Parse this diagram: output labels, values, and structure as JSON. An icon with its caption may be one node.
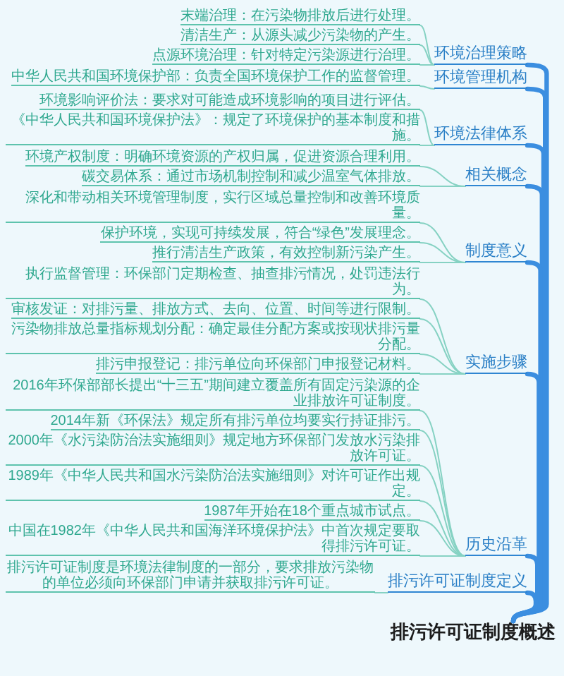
{
  "diagram": {
    "nodes": [
      {
        "text": [
          "末端治理：在污染物排放后进行处理。"
        ]
      },
      {
        "text": [
          "清洁生产：从源头减少污染物的产生。"
        ]
      },
      {
        "text": [
          "点源环境治理：针对特定污染源进行治理。"
        ]
      },
      {
        "text": [
          "环境治理策略"
        ]
      },
      {
        "text": [
          "中华人民共和国环境保护部：负责全国环境保护工作的监督管理。"
        ]
      },
      {
        "text": [
          "环境管理机构"
        ]
      },
      {
        "text": [
          "环境影响评价法：要求对可能造成环境影响的项目进行评估。"
        ]
      },
      {
        "text": [
          "《中华人民共和国环境保护法》：规定了环境保护的基本制度和措施。"
        ]
      },
      {
        "text": [
          "环境法律体系"
        ]
      },
      {
        "text": [
          "环境产权制度：明确环境资源的产权归属，促进资源合理利用。"
        ]
      },
      {
        "text": [
          "碳交易体系：通过市场机制控制和减少温室气体排放。"
        ]
      },
      {
        "text": [
          "相关概念"
        ]
      },
      {
        "text": [
          "深化和带动相关环境管理制度，实行区域总量控制和改善环境质量。"
        ]
      },
      {
        "text": [
          "保护环境，实现可持续发展，符合“绿色”发展理念。"
        ]
      },
      {
        "text": [
          "推行清洁生产政策，有效控制新污染产生。"
        ]
      },
      {
        "text": [
          "制度意义"
        ]
      },
      {
        "text": [
          "执行监督管理：环保部门定期检查、抽查排污情况，处罚违法行为。"
        ]
      },
      {
        "text": [
          "审核发证：对排污量、排放方式、去向、位置、时间等进行限制。"
        ]
      },
      {
        "text": [
          "污染物排放总量指标规划分配：确定最佳分配方案或按现状排污量分配。"
        ]
      },
      {
        "text": [
          "排污申报登记：排污单位向环保部门申报登记材料。"
        ]
      },
      {
        "text": [
          "实施步骤"
        ]
      },
      {
        "text": [
          "2016年环保部部长提出“十三五”期间建立覆盖所有固定污染源的企业排放许可证制度。"
        ]
      },
      {
        "text": [
          "2014年新《环保法》规定所有排污单位均要实行持证排污。"
        ]
      },
      {
        "text": [
          "2000年《水污染防治法实施细则》规定地方环保部门发放水污染排放许可证。"
        ]
      },
      {
        "text": [
          "1989年《中华人民共和国水污染防治法实施细则》对许可证作出规定。"
        ]
      },
      {
        "text": [
          "1987年开始在18个重点城市试点。"
        ]
      },
      {
        "text": [
          "中国在1982年《中华人民共和国海洋环境保护法》中首次规定要取得排污许可证。"
        ]
      },
      {
        "text": [
          "历史沿革"
        ]
      },
      {
        "text": [
          "排污许可证制度是环境法律制度的一部分，要求排放污染物的单位必须向环保部门申请并获取排污许可证。"
        ]
      },
      {
        "text": [
          "排污许可证制度定义"
        ]
      },
      {
        "text": [
          "排污许可证制度概述"
        ]
      }
    ],
    "edges": [
      {
        "from": 30,
        "to": 3,
        "arrow": "none",
        "style": "thick",
        "color": "#3b8ee0"
      },
      {
        "from": 30,
        "to": 5,
        "arrow": "none",
        "style": "thick",
        "color": "#3b8ee0"
      },
      {
        "from": 30,
        "to": 8,
        "arrow": "none",
        "style": "thick",
        "color": "#3b8ee0"
      },
      {
        "from": 30,
        "to": 11,
        "arrow": "none",
        "style": "thick",
        "color": "#3b8ee0"
      },
      {
        "from": 30,
        "to": 15,
        "arrow": "none",
        "style": "thick",
        "color": "#3b8ee0"
      },
      {
        "from": 30,
        "to": 20,
        "arrow": "none",
        "style": "thick",
        "color": "#3b8ee0"
      },
      {
        "from": 30,
        "to": 27,
        "arrow": "none",
        "style": "thick",
        "color": "#3b8ee0"
      },
      {
        "from": 30,
        "to": 29,
        "arrow": "none",
        "style": "thick",
        "color": "#3b8ee0"
      },
      {
        "from": 3,
        "to": 0,
        "arrow": "none"
      },
      {
        "from": 3,
        "to": 1,
        "arrow": "none"
      },
      {
        "from": 3,
        "to": 2,
        "arrow": "none"
      },
      {
        "from": 5,
        "to": 4,
        "arrow": "none"
      },
      {
        "from": 8,
        "to": 6,
        "arrow": "none"
      },
      {
        "from": 8,
        "to": 7,
        "arrow": "none"
      },
      {
        "from": 11,
        "to": 9,
        "arrow": "none"
      },
      {
        "from": 11,
        "to": 10,
        "arrow": "none"
      },
      {
        "from": 15,
        "to": 12,
        "arrow": "none"
      },
      {
        "from": 15,
        "to": 13,
        "arrow": "none"
      },
      {
        "from": 15,
        "to": 14,
        "arrow": "none"
      },
      {
        "from": 20,
        "to": 16,
        "arrow": "none"
      },
      {
        "from": 20,
        "to": 17,
        "arrow": "none"
      },
      {
        "from": 20,
        "to": 18,
        "arrow": "none"
      },
      {
        "from": 20,
        "to": 19,
        "arrow": "none"
      },
      {
        "from": 27,
        "to": 21,
        "arrow": "none"
      },
      {
        "from": 27,
        "to": 22,
        "arrow": "none"
      },
      {
        "from": 27,
        "to": 23,
        "arrow": "none"
      },
      {
        "from": 27,
        "to": 24,
        "arrow": "none"
      },
      {
        "from": 27,
        "to": 25,
        "arrow": "none"
      },
      {
        "from": 27,
        "to": 26,
        "arrow": "none"
      },
      {
        "from": 29,
        "to": 28,
        "arrow": "none"
      }
    ]
  }
}
